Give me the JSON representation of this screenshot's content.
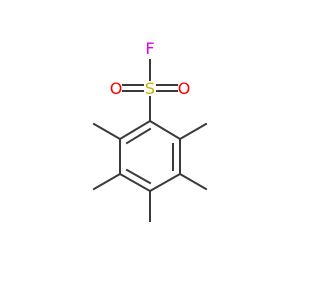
{
  "molecule": {
    "atoms": {
      "fluorine": {
        "symbol": "F",
        "color": "#e000e0"
      },
      "sulfur": {
        "symbol": "S",
        "color": "#c8b400"
      },
      "oxygen_left": {
        "symbol": "O",
        "color": "#ff0000"
      },
      "oxygen_right": {
        "symbol": "O",
        "color": "#ff0000"
      }
    },
    "bond_color": "#3a3a3a",
    "background": "#ffffff"
  }
}
